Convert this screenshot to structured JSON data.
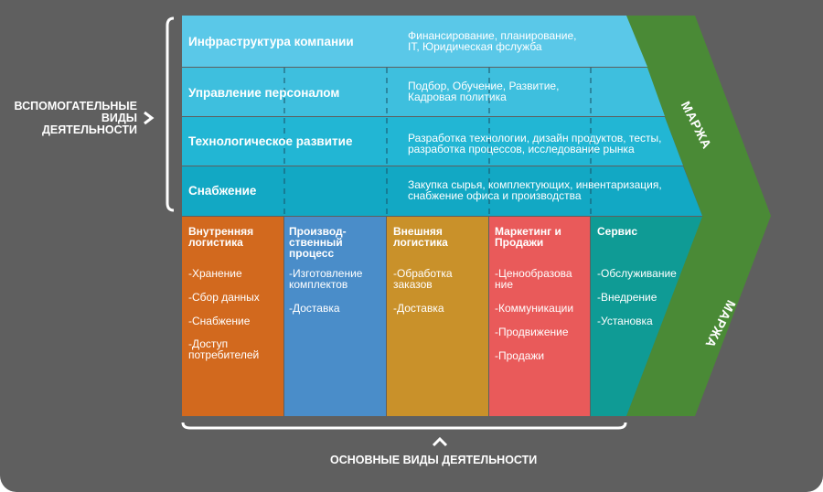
{
  "support": {
    "side_label": "ВСПОМОГАТЕЛЬНЫЕ\nВИДЫ\nДЕЯТЕЛЬНОСТИ",
    "rows": [
      {
        "title": "Инфраструктура компании",
        "desc_line1": "Финансирование, планирование,",
        "desc_line2": "IT, Юридическая фслужба",
        "color": "#5ac8e8"
      },
      {
        "title": "Управление персоналом",
        "desc_line1": "Подбор, Обучение, Развитие,",
        "desc_line2": "Кадровая политика",
        "color": "#3ebfde"
      },
      {
        "title": "Технологическое развитие",
        "desc_line1": "Разработка технологии, дизайн продуктов, тесты,",
        "desc_line2": "разработка процессов, исследование рынка",
        "color": "#22b6d4"
      },
      {
        "title": "Снабжение",
        "desc_line1": "Закупка сырья, комплектующих, инвентаризация,",
        "desc_line2": "снабжение офиса и производства",
        "color": "#12a8c4"
      }
    ]
  },
  "primary": {
    "bottom_label": "ОСНОВНЫЕ ВИДЫ ДЕЯТЕЛЬНОСТИ",
    "columns": [
      {
        "title_lines": [
          "Внутренняя",
          "логистика"
        ],
        "items": [
          "-Хранение",
          "-Сбор данных",
          "-Снабжение",
          "-Доступ\nпотребителей"
        ],
        "color": "#d2691e"
      },
      {
        "title_lines": [
          "Производ-",
          "ственный",
          "процесс"
        ],
        "items": [
          "-Изготовление\nкомплектов",
          "-Доставка"
        ],
        "color": "#4a8dc9"
      },
      {
        "title_lines": [
          "Внешняя",
          "логистика"
        ],
        "items": [
          "-Обработка\nзаказов",
          "-Доставка"
        ],
        "color": "#c9912a"
      },
      {
        "title_lines": [
          "Маркетинг и",
          "Продажи"
        ],
        "items": [
          "-Ценообразова\nние",
          "-Коммуникации",
          "-Продвижение",
          "-Продажи"
        ],
        "color": "#e95a5a"
      },
      {
        "title_lines": [
          "Сервис"
        ],
        "items": [
          "-Обслуживание",
          "-Внедрение",
          "-Установка"
        ],
        "color": "#0f9b95"
      }
    ]
  },
  "margin": {
    "top_label": "МАРЖА",
    "bottom_label": "МАРЖА",
    "color": "#4a8a36"
  },
  "colors": {
    "background": "#5f5f5f",
    "bracket": "#ffffff"
  }
}
